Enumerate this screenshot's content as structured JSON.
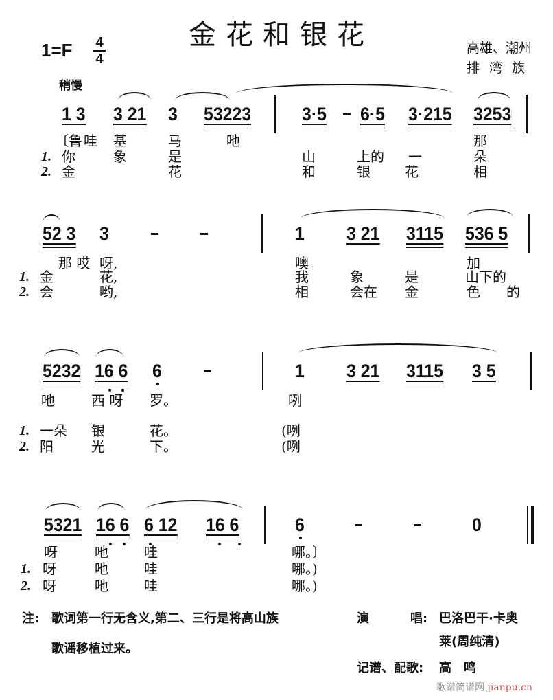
{
  "title": "金花和银花",
  "key": "1=F",
  "time_signature": {
    "top": "4",
    "bottom": "4"
  },
  "origin": [
    "高雄、潮州",
    "排 湾 族"
  ],
  "tempo": "稍慢",
  "systems": [
    {
      "notes": [
        "1 3",
        "3 21",
        "3",
        "53223",
        "3·5",
        "6·5",
        "3·215",
        "3253"
      ],
      "lyrics": [
        [
          "〔鲁",
          "哇",
          "基",
          "马",
          "吔",
          "那"
        ],
        [
          "1.",
          "你",
          "象",
          "是",
          "山",
          "上的",
          "一",
          "朵"
        ],
        [
          "2.",
          "金",
          "花",
          "和",
          "银",
          "花",
          "相"
        ]
      ]
    },
    {
      "notes": [
        "52 3",
        "3",
        "1",
        "3 21",
        "3115",
        "536 5"
      ],
      "lyrics": [
        [
          "那 哎",
          "呀,",
          "噢",
          "加"
        ],
        [
          "1.",
          "金",
          "花,",
          "我",
          "象",
          "是",
          "山下的"
        ],
        [
          "2.",
          "会",
          "哟,",
          "相",
          "会在",
          "金",
          "色",
          "的"
        ]
      ]
    },
    {
      "notes": [
        "5232",
        "16 6",
        "6",
        "1",
        "3 21",
        "3115",
        "3 5"
      ],
      "lyrics": [
        [
          "吔",
          "西 呀",
          "罗。",
          "咧"
        ],
        [
          "1.",
          "一朵",
          "银",
          "花。",
          "(咧"
        ],
        [
          "2.",
          "阳",
          "光",
          "下。",
          "(咧"
        ]
      ]
    },
    {
      "notes": [
        "5321",
        "16 6",
        "6 12",
        "16 6",
        "6",
        "0"
      ],
      "lyrics": [
        [
          "呀",
          "吔",
          "哇",
          "哪。〕"
        ],
        [
          "1.",
          "呀",
          "吔",
          "哇",
          "哪。)"
        ],
        [
          "2.",
          "呀",
          "吔",
          "哇",
          "哪。)"
        ]
      ]
    }
  ],
  "footnote": {
    "label": "注:",
    "lines": [
      "歌词第一行无含义,第二、三行是将高山族",
      "歌谣移植过来。"
    ]
  },
  "credits": {
    "singer_label_1": "演",
    "singer_label_2": "唱:",
    "singer_lines": [
      "巴洛巴干·卡奥",
      "莱(周纯清)"
    ],
    "arranger_label": "记谱、配歌:",
    "arranger": "高　鸣"
  },
  "watermark": {
    "cn": "歌谱简谱网",
    "url": "jianpu.cn"
  }
}
